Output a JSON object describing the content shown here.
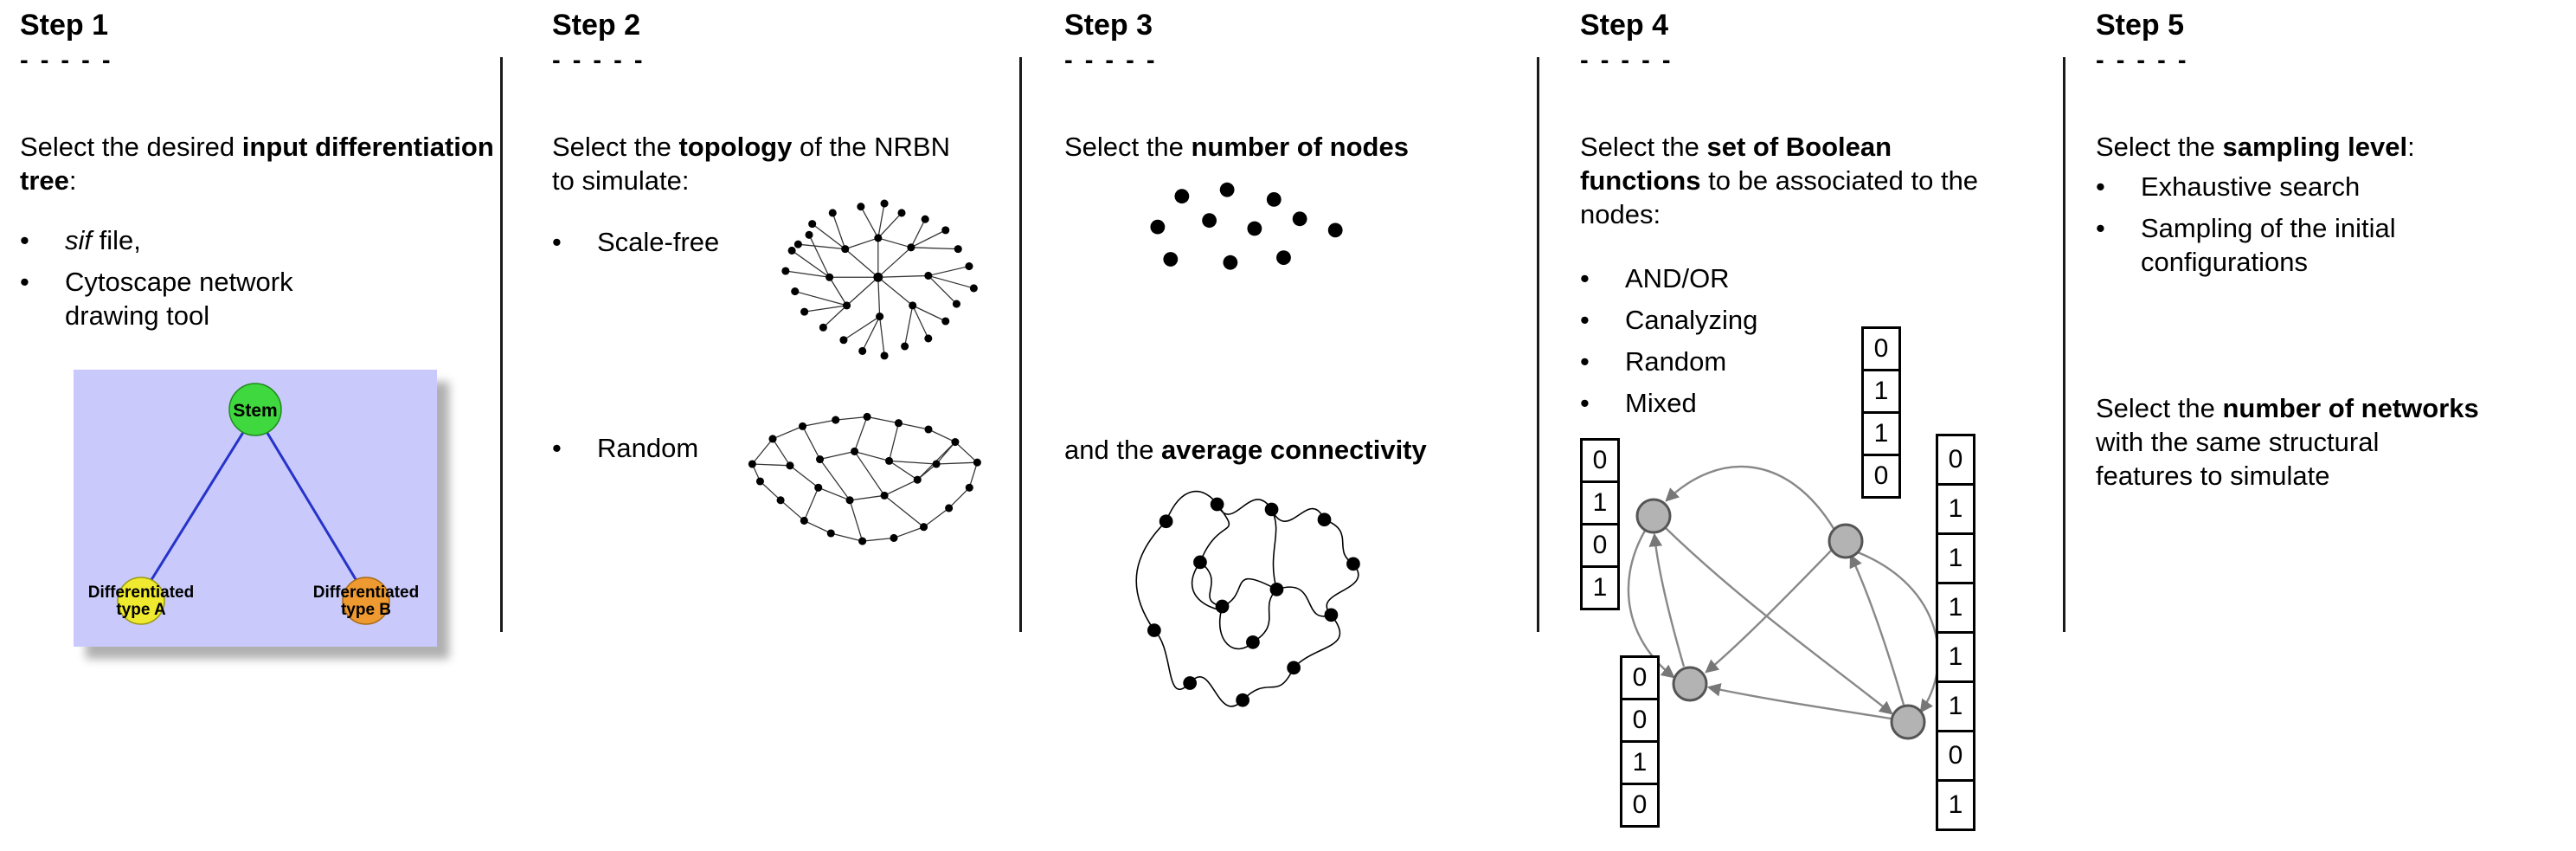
{
  "bullet_glyph": "•",
  "steps": {
    "step1": {
      "title": "Step 1",
      "dashes": "- - - - -",
      "intro": {
        "prefix": "Select the desired ",
        "bold": "input differentiation tree",
        "suffix": ":"
      },
      "bullet1": {
        "italic": "sif",
        "rest": " file,"
      },
      "bullet2": "Cytoscape network drawing tool",
      "tree": {
        "stem_label": "Stem",
        "type_a_line1": "Differentiated",
        "type_a_line2": "type A",
        "type_b_line1": "Differentiated",
        "type_b_line2": "type B",
        "colors": {
          "background": "#c9c9fb",
          "stem": "#3fd83f",
          "type_a": "#efe92f",
          "type_b": "#ef9a31",
          "edge": "#2633c8"
        }
      }
    },
    "step2": {
      "title": "Step 2",
      "dashes": "- - - - -",
      "intro": {
        "prefix": "Select the ",
        "bold": "topology",
        "suffix": " of the NRBN to simulate:"
      },
      "bullet1": "Scale-free",
      "bullet2": "Random"
    },
    "step3": {
      "title": "Step 3",
      "dashes": "- - - - -",
      "line1": {
        "prefix": "Select the ",
        "bold": "number of nodes"
      },
      "line2": {
        "prefix": "and the ",
        "bold": "average connectivity"
      }
    },
    "step4": {
      "title": "Step 4",
      "dashes": "- - - - -",
      "intro": {
        "prefix": "Select the ",
        "bold": "set of Boolean functions",
        "suffix": " to be associated to the nodes:"
      },
      "bullets": [
        "AND/OR",
        "Canalyzing",
        "Random",
        "Mixed"
      ],
      "truth_tables": {
        "top": [
          "0",
          "1",
          "1",
          "0"
        ],
        "left": [
          "0",
          "1",
          "0",
          "1"
        ],
        "bottom_left": [
          "0",
          "0",
          "1",
          "0"
        ],
        "right": [
          "0",
          "1",
          "1",
          "1",
          "1",
          "1",
          "0",
          "1"
        ]
      }
    },
    "step5": {
      "title": "Step 5",
      "dashes": "- - - - -",
      "intro": {
        "prefix": "Select the ",
        "bold": "sampling level",
        "suffix": ":"
      },
      "bullet1": "Exhaustive search",
      "bullet2": "Sampling of the initial configurations",
      "second": {
        "prefix": "Select the ",
        "bold": "number of networks",
        "suffix": " with the same structural features to simulate"
      }
    }
  }
}
